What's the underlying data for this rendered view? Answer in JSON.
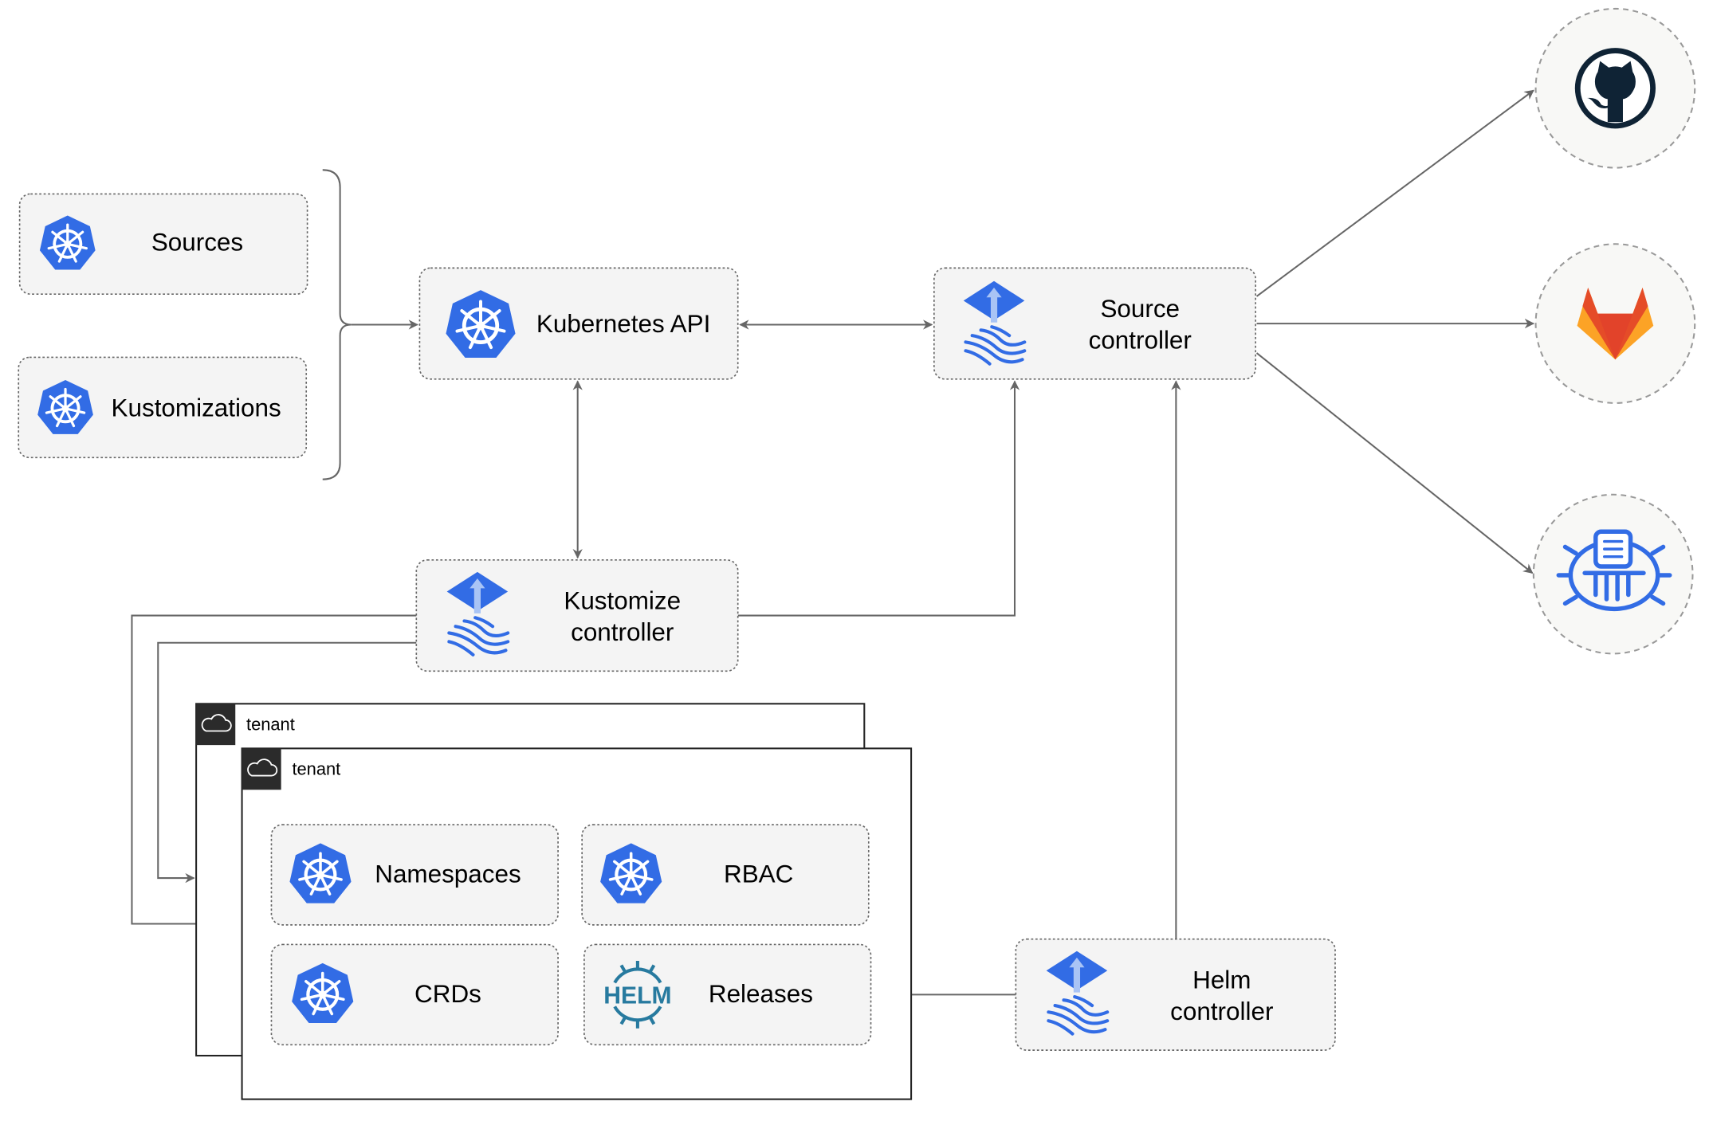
{
  "nodes": {
    "sources": "Sources",
    "kustomizations": "Kustomizations",
    "kubernetes_api": "Kubernetes API",
    "source_controller": [
      "Source",
      "controller"
    ],
    "kustomize_controller": [
      "Kustomize",
      "controller"
    ],
    "helm_controller": [
      "Helm",
      "controller"
    ],
    "namespaces": "Namespaces",
    "rbac": "RBAC",
    "crds": "CRDs",
    "releases": "Releases",
    "helm_logo_text": "HELM"
  },
  "tenants": [
    "tenant",
    "tenant"
  ],
  "external_sources": [
    {
      "name": "github",
      "icon": "github-icon"
    },
    {
      "name": "gitlab",
      "icon": "gitlab-icon"
    },
    {
      "name": "bucket",
      "icon": "bucket-icon"
    }
  ],
  "colors": {
    "kubernetes_blue": "#326ce5",
    "flux_blue": "#326ce5",
    "helm_blue": "#277a9f",
    "github_dark": "#0f2335",
    "gitlab_orange": "#e24329",
    "gitlab_light": "#fca326"
  }
}
